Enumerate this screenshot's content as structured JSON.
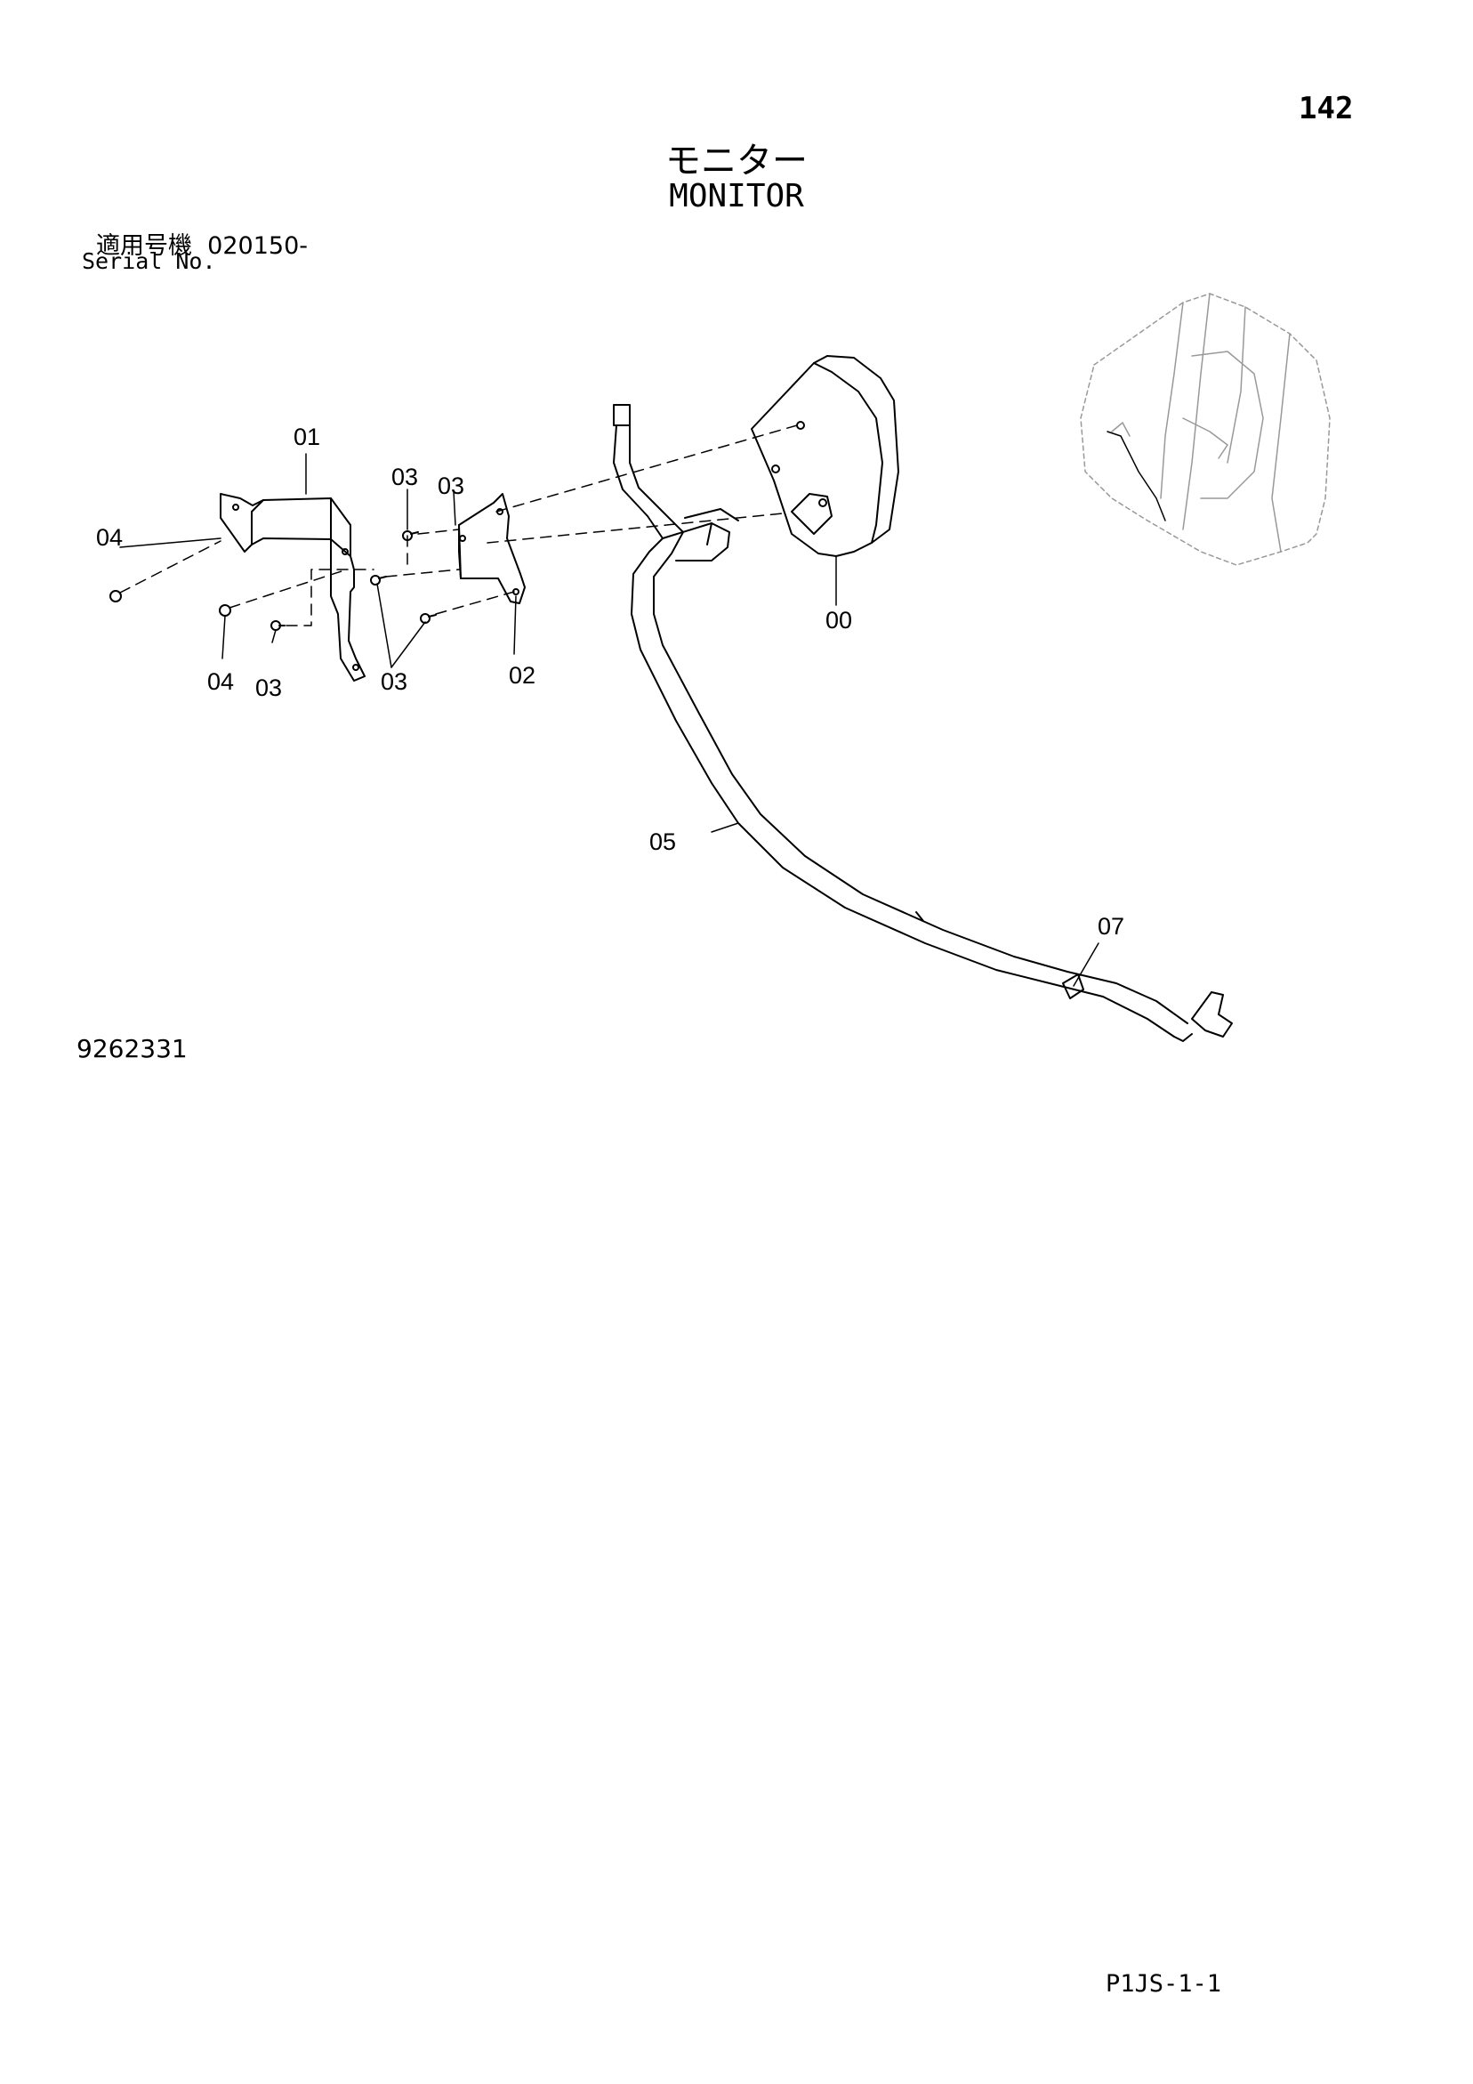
{
  "page_number": "142",
  "title_jp": "モニター",
  "title_en": "MONITOR",
  "serial": {
    "label_jp": "適用号機",
    "value": "020150-",
    "label_en": "Serial No."
  },
  "figure_id": "9262331",
  "footer_code": "P1JS-1-1",
  "part_labels": {
    "p00": "00",
    "p01": "01",
    "p02": "02",
    "p03a": "03",
    "p03b": "03",
    "p03c": "03",
    "p03d": "03",
    "p04a": "04",
    "p04b": "04",
    "p05": "05",
    "p07": "07"
  }
}
